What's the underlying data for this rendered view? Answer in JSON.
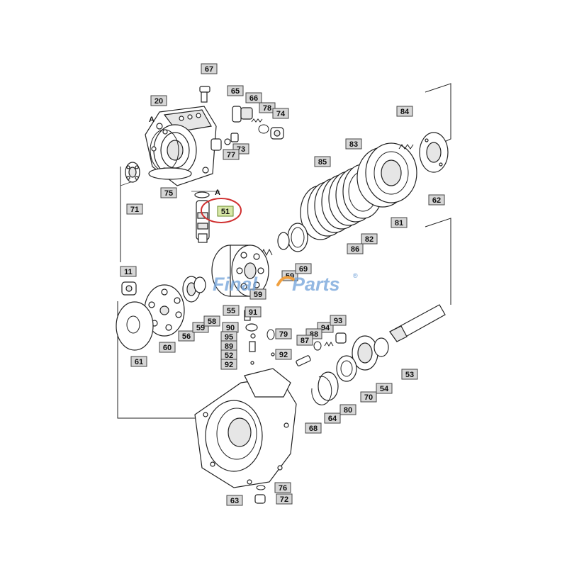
{
  "diagram": {
    "part_numbers": [
      "67",
      "20",
      "65",
      "66",
      "78",
      "74",
      "73",
      "77",
      "75",
      "71",
      "51",
      "11",
      "61",
      "60",
      "56",
      "59",
      "58",
      "55",
      "91",
      "90",
      "95",
      "89",
      "52",
      "92",
      "79",
      "94",
      "88",
      "87",
      "93",
      "92",
      "59",
      "69",
      "85",
      "83",
      "84",
      "62",
      "81",
      "82",
      "86",
      "53",
      "70",
      "54",
      "80",
      "64",
      "68",
      "63",
      "76",
      "72",
      "59"
    ],
    "callout_letter": "A",
    "highlighted_part": "51",
    "highlight_color": "#d03030"
  },
  "watermark": {
    "part1": "Final",
    "part2": "Parts",
    "registered": "®",
    "colors": {
      "primary": "#6fa0d8",
      "secondary": "#f0a040"
    }
  }
}
